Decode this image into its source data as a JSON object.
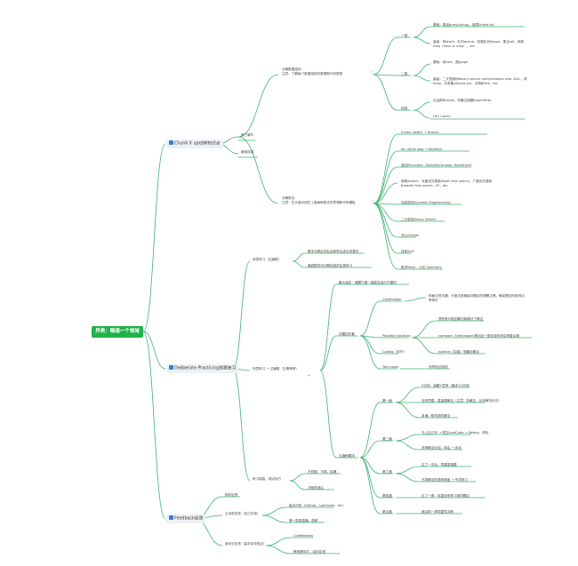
{
  "colors": {
    "edge": "#3cb371",
    "root_bg": "#1fb24a",
    "main_bg": "#eef1f4"
  },
  "root": {
    "label": "异类：精通一个领域"
  },
  "branch1": {
    "label": "Chunk it up切碎知识点",
    "n_understand": "庖丁解牛",
    "n_build": "脉络连接",
    "ds": {
      "line1": "分解数据结构",
      "line2": "注意：了解每个数据结构的原理和代码框架"
    },
    "g1": "一维",
    "g1a": "基础：数组array(string)，链表linked list",
    "g1b": "高级：栈stack，队列queue，双端队列deque，集合set，映射map（hash or map），etc",
    "g2": "二维",
    "g2a": "基础：树tree，图graph",
    "g2b": "高级：二叉搜索树binary search tree(red-black tree, AVL)，堆heap，并查集disjoint set，字典树Trie，etc",
    "g3": "特殊",
    "g3a": "位运算Bitwise，布隆过滤器BloomFilter",
    "g3b": "LRU Cache",
    "alg": {
      "line1": "分解算法",
      "line2": "注意：在头脑中回忆上面每种算法的思想和代码模板"
    },
    "a1": "if-else, switch → branch",
    "a2": "for, while loop → Iteration",
    "a3": "递归Recursion（Divide&Conquer, Backtrace）",
    "a4": "搜索Search：深度优先搜索Depth first search，广度优先搜索Breadth first search，A*，etc",
    "a5": "动态规划Dynamic Programming",
    "a6": "二分查找Binary Search",
    "a7": "贪心Greedy",
    "a8": "排序Sort",
    "a9": "数学Math，几何 Geometry"
  },
  "branch2": {
    "label": "Deliberate Practicing刻意练习",
    "c1": "刻意练习（过遍数）",
    "c1a": "基本功是区别业余和职业选手的根本",
    "c1b": "最频繁的切分解技能的反复练习",
    "c2": "刻意练习 → 过遍数（五毒神掌）",
    "fourstep": "切题四件套",
    "fourstep_top": "最大误区：做题只做一遍甚至运行不懂的",
    "clar": "Clarification",
    "clar_a": "和面试官沟通，与面试官确保对题目的理解正确，确定题目的各种边界条件",
    "ps": "Possible solutions",
    "ps_a": "想所有可能的解法和解法了解过",
    "ps_b": "compare（time/space)想出比一般比较时间空间复杂度",
    "ps_c": "optimal（加强）想最优解法",
    "coding": "Coding（多写）",
    "tc": "Test cases",
    "tc_a": "列举测试用例",
    "five": "五遍刷题法",
    "r1": "第一遍",
    "r1a": "5分钟：读题+思考（最多10分钟）",
    "r1b": "没有思路：直接看解法（注意！多解法，比较解法优劣）",
    "r1c": "背诵、默写好的解法",
    "r2": "第二遍",
    "r2a": "马上自己写 → 提交LeetCode → Debug、调优",
    "r2b": "多种解法比较、体会 → 优化",
    "r3": "第三遍",
    "r3a": "过了一天后，再重复做题",
    "r3b": "不同解法的熟练程度 → 专项练习",
    "r4": "第四遍",
    "r4a": "过了一周：反复回来练习相同题目",
    "r5": "第五遍",
    "r5a": "面试前一周恢复性训练",
    "c3": "练习缺陷，弱点地方",
    "c3a": "不舒服，不爽，枯燥",
    "c3b": "决破舒适区"
  },
  "branch3": {
    "label": "Feedback反馈",
    "f1": "即时反馈",
    "f2": "主动型反馈（自己去找）",
    "f2a": "高手代码（GitHub，LeetCode，etc）",
    "f2b": "第一视角直播，视频",
    "f3": "被动式反馈（高手给你指点）",
    "f3a": "CodeReview",
    "f3b": "教练看你打，给你反馈"
  }
}
